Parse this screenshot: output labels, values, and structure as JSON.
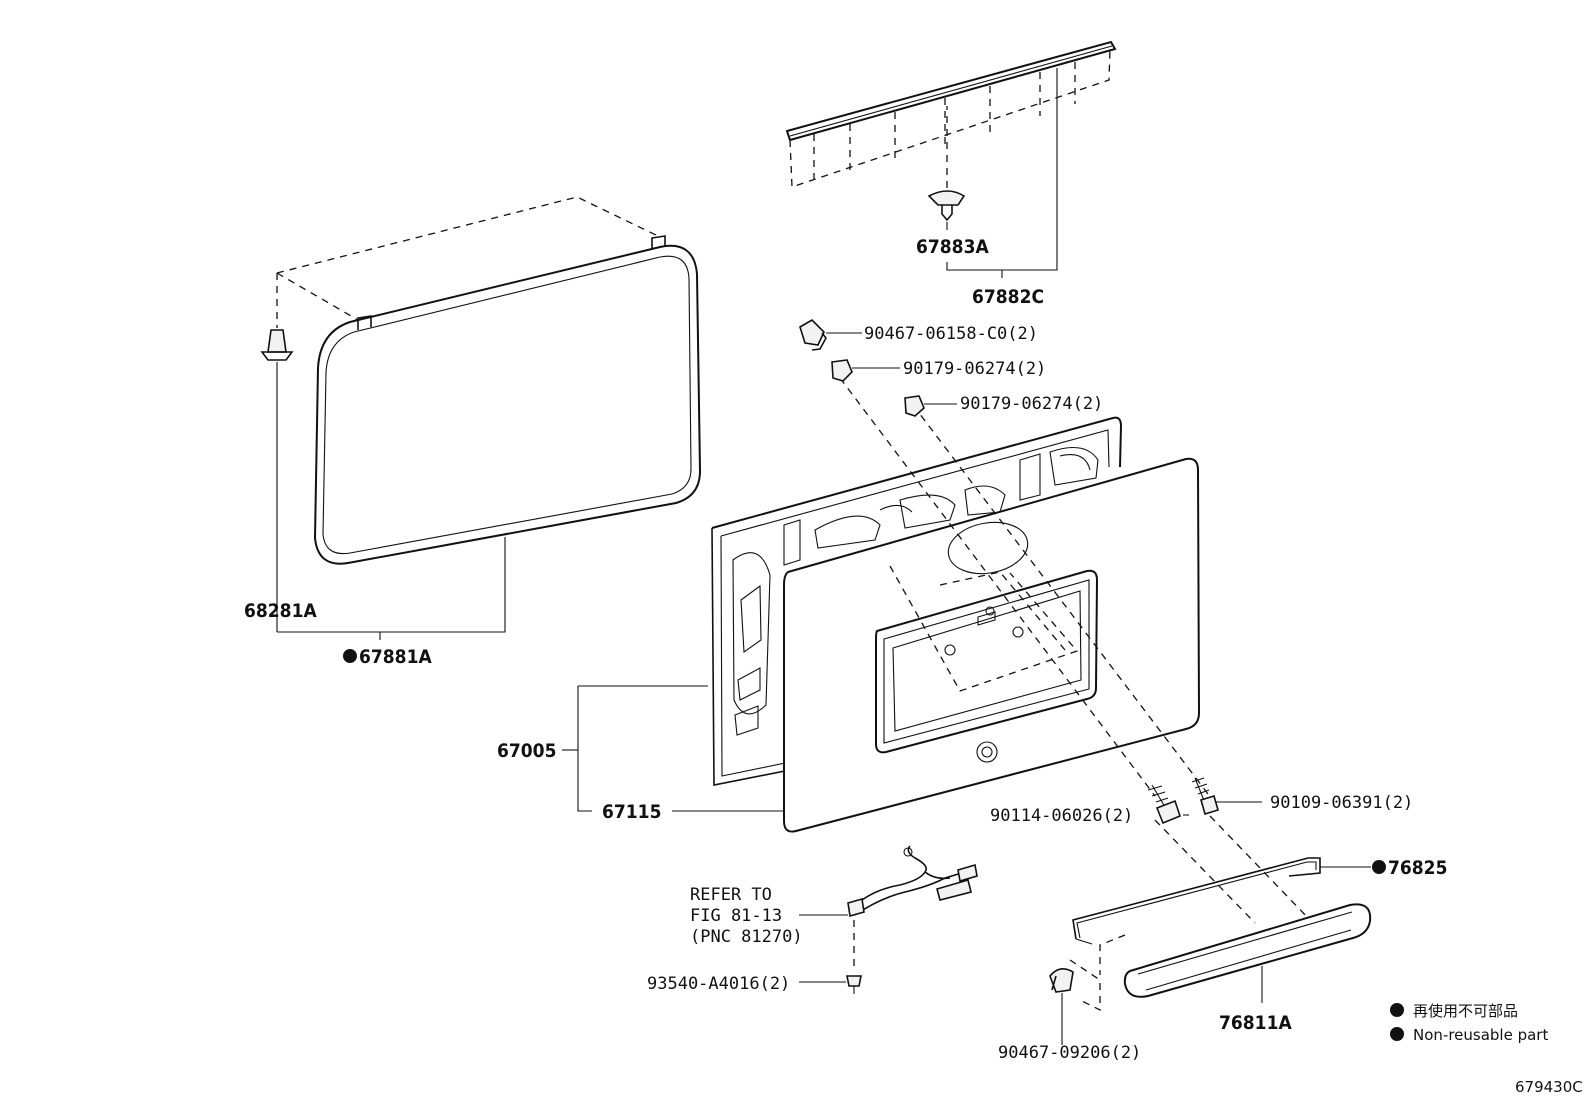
{
  "labels": {
    "p67883A": "67883A",
    "p67882C": "67882C",
    "p90467_06158": "90467-06158-C0(2)",
    "p90179_a": "90179-06274(2)",
    "p90179_b": "90179-06274(2)",
    "p68281A": "68281A",
    "p67881A": "67881A",
    "p67005": "67005",
    "p67115": "67115",
    "p90114": "90114-06026(2)",
    "p90109": "90109-06391(2)",
    "p76825": "76825",
    "refer1": "REFER TO",
    "refer2": "FIG 81-13",
    "refer3": "(PNC 81270)",
    "p93540": "93540-A4016(2)",
    "p76811A": "76811A",
    "p90467_09206": "90467-09206(2)"
  },
  "legend": {
    "ja": "再使用不可部品",
    "en": "Non-reusable part"
  },
  "figure_id": "679430C",
  "colors": {
    "line": "#111111",
    "background": "#ffffff"
  }
}
